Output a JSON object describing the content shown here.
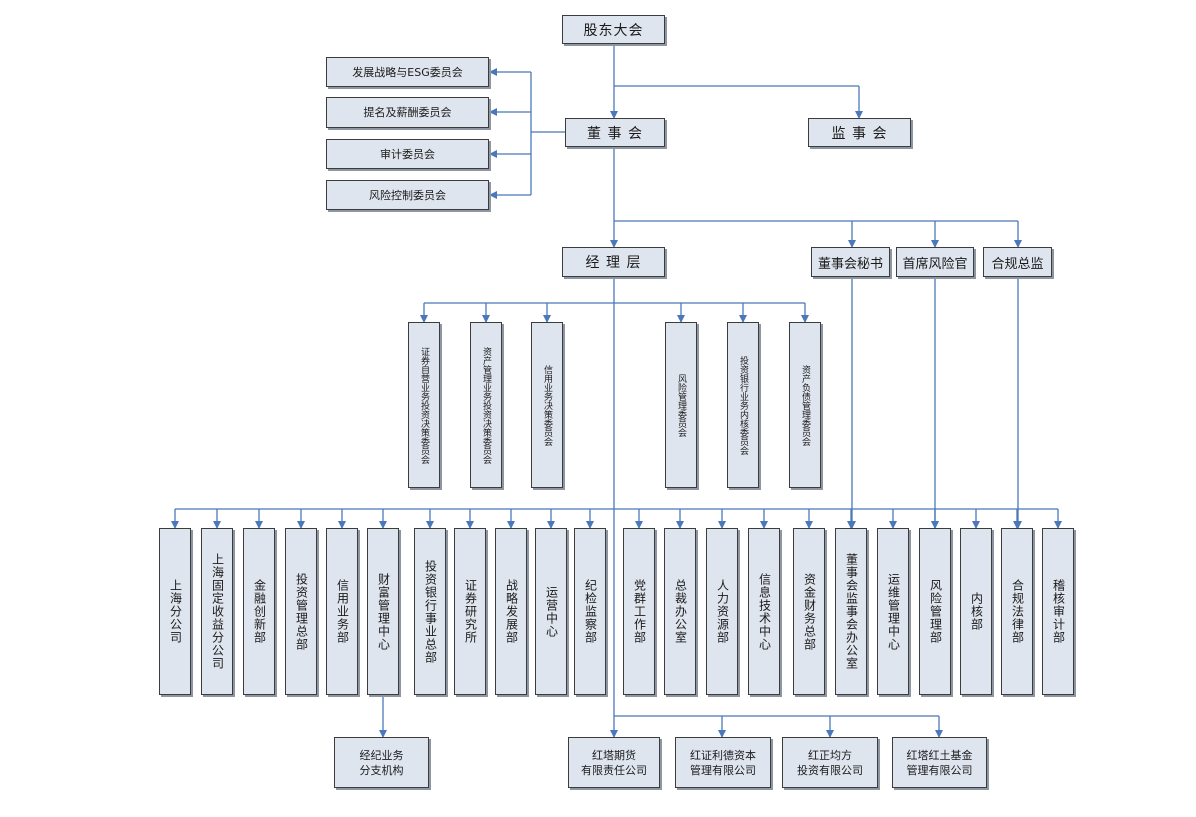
{
  "nodes": {
    "shareholders": "股东大会",
    "board": "董 事 会",
    "supervisors": "监 事 会",
    "management": "经 理 层",
    "board_secretary": "董事会秘书",
    "chief_risk_officer": "首席风险官",
    "compliance_director": "合规总监"
  },
  "board_committees": [
    "发展战略与ESG委员会",
    "提名及薪酬委员会",
    "审计委员会",
    "风险控制委员会"
  ],
  "management_committees": [
    "证券自营业务投资决策委员会",
    "资产管理业务投资决策委员会",
    "信用业务决策委员会",
    "风险管理委员会",
    "投资银行业务内核委员会",
    "资产负债管理委员会"
  ],
  "departments": [
    "上海分公司",
    "上海固定收益分公司",
    "金融创新部",
    "投资管理总部",
    "信用业务部",
    "财富管理中心",
    "投资银行事业总部",
    "证券研究所",
    "战略发展部",
    "运营中心",
    "纪检监察部",
    "党群工作部",
    "总裁办公室",
    "人力资源部",
    "信息技术中心",
    "资金财务总部",
    "董事会监事会办公室",
    "运维管理中心",
    "风险管理部",
    "内核部",
    "合规法律部",
    "稽核审计部"
  ],
  "branches": "经纪业务\n分支机构",
  "subsidiaries": [
    "红塔期货\n有限责任公司",
    "红证利德资本\n管理有限公司",
    "红正均方\n投资有限公司",
    "红塔红土基金\n管理有限公司"
  ],
  "colors": {
    "connector": "#4a78b8",
    "box_fill": "#dfe5ef",
    "box_border": "#3c3c3c"
  }
}
